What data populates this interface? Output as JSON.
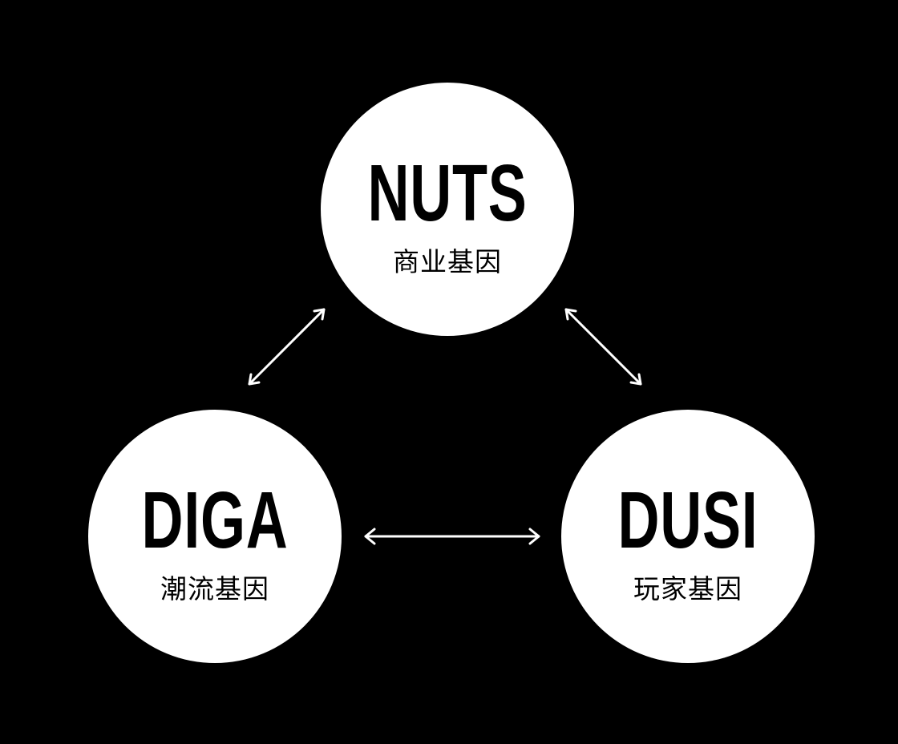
{
  "colors": {
    "background": "#000000",
    "node_fill": "#ffffff",
    "text": "#000000",
    "connector": "#ffffff"
  },
  "nodes": {
    "nuts": {
      "title": "NUTS",
      "subtitle": "商业基因"
    },
    "diga": {
      "title": "DIGA",
      "subtitle": "潮流基因"
    },
    "dusi": {
      "title": "DUSI",
      "subtitle": "玩家基因"
    }
  },
  "connectors": [
    {
      "from": "nuts",
      "to": "diga",
      "style": "double-arrow"
    },
    {
      "from": "nuts",
      "to": "dusi",
      "style": "double-arrow"
    },
    {
      "from": "diga",
      "to": "dusi",
      "style": "double-arrow"
    }
  ]
}
